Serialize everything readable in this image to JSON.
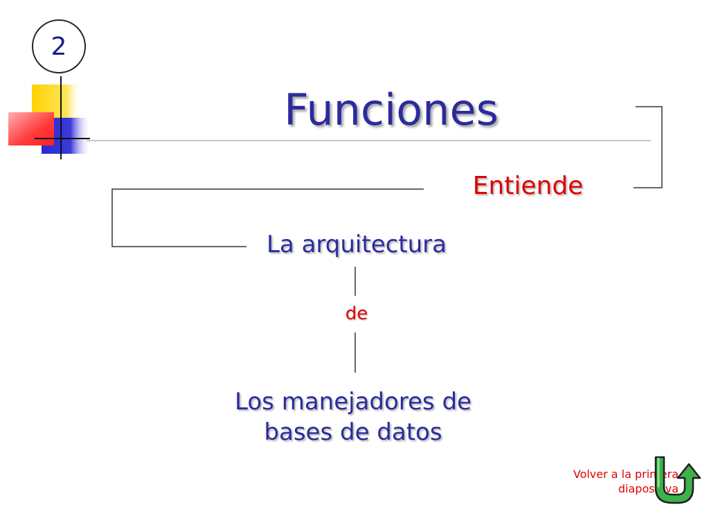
{
  "slide": {
    "number": "2",
    "title": "Funciones"
  },
  "diagram": {
    "node_verb": "Entiende",
    "node_object": "La arquitectura",
    "node_connector": "de",
    "node_subject_line1": "Los manejadores de",
    "node_subject_line2": "bases de datos"
  },
  "navigation": {
    "return_line1": "Volver a la primera",
    "return_line2": "diapositiva"
  },
  "colors": {
    "title_blue": "#2b2b9e",
    "accent_red": "#e00000",
    "deco_yellow": "#ffd200",
    "deco_blue": "#3232d2",
    "deco_red": "#ff3c3c",
    "icon_green": "#3db24a"
  },
  "icons": {
    "return": "u-turn-arrow-icon",
    "decoration": "color-blocks-ornament"
  }
}
